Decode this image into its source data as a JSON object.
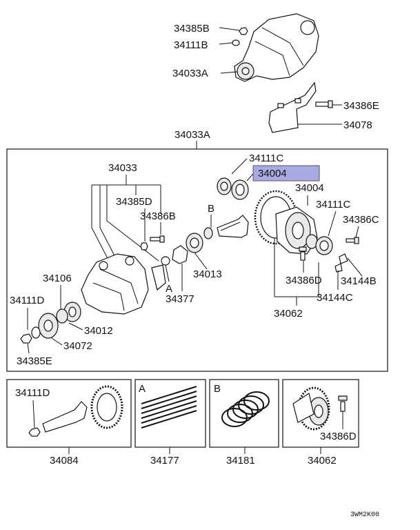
{
  "top": {
    "nut_label": "34385B",
    "washer_label": "34111B",
    "carrier_label": "34033A",
    "bolt_label": "34386E",
    "bracket_label": "34078"
  },
  "assembly": {
    "title": "34033A",
    "carrier_case": "34033",
    "seal_top": "34111C",
    "bearing_highlight": "34004",
    "bearing_right": "34004",
    "nut_left": "34385D",
    "bolt_left": "34386B",
    "marker_b": "B",
    "marker_a": "A",
    "washer_right": "34111C",
    "bolt_right": "34386C",
    "pinion_bearing": "34106",
    "seal_left": "34111D",
    "pinion_spacer": "34013",
    "collapsible": "34377",
    "diff_bolt": "34386D",
    "clip_a": "34144B",
    "clip_b": "34144C",
    "flange": "34012",
    "washer_flange": "34072",
    "nut_flange": "34385E",
    "diff_case": "34062"
  },
  "panels": {
    "gear": {
      "washer_label": "34111D",
      "part_label": "34084"
    },
    "shim_a": {
      "marker": "A",
      "part_label": "34177"
    },
    "shim_b": {
      "marker": "B",
      "part_label": "34181"
    },
    "diff": {
      "bolt_label": "34386D",
      "part_label": "34062"
    }
  },
  "footer": {
    "code": "3WM2K00"
  },
  "colors": {
    "highlight": "#a9a9e3",
    "line": "#111111"
  }
}
